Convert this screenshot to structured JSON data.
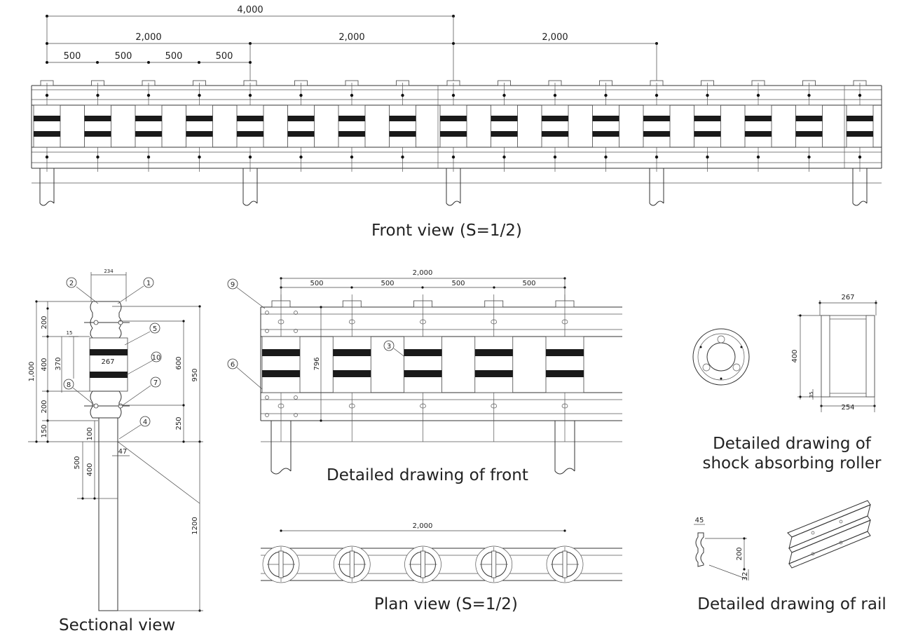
{
  "titles": {
    "front": "Front view",
    "front_scale": "(S=1/2)",
    "detail_front": "Detailed drawing of front",
    "plan": "Plan view",
    "plan_scale": "(S=1/2)",
    "sectional": "Sectional view",
    "roller_line1": "Detailed drawing of",
    "roller_line2": "shock absorbing roller",
    "rail": "Detailed drawing of rail"
  },
  "front_dims": {
    "total": "4,000",
    "half1": "2,000",
    "half2": "2,000",
    "half3": "2,000",
    "q1": "500",
    "q2": "500",
    "q3": "500",
    "q4": "500"
  },
  "detail_dims": {
    "total": "2,000",
    "q1": "500",
    "q2": "500",
    "q3": "500",
    "q4": "500",
    "height": "796"
  },
  "plan_dims": {
    "total": "2,000"
  },
  "section_dims": {
    "top_width": "234",
    "roller_width": "267",
    "left_200a": "200",
    "left_400": "400",
    "left_200b": "200",
    "left_150": "150",
    "overall_1000": "1,000",
    "d_370": "370",
    "d_15": "15",
    "d_100": "100",
    "d_500": "500",
    "d_400b": "400",
    "d_47": "47",
    "right_600": "600",
    "right_950": "950",
    "right_250": "250",
    "right_1200": "1200"
  },
  "callouts": {
    "c1": "1",
    "c2": "2",
    "c3": "3",
    "c4": "4",
    "c5": "5",
    "c6": "6",
    "c7": "7",
    "c8": "8",
    "c9": "9",
    "c10": "10"
  },
  "roller_dims": {
    "top": "267",
    "height": "400",
    "bottom": "254",
    "d_35": "35"
  },
  "rail_dims": {
    "d_45": "45",
    "d_200": "200",
    "d_32": "32"
  }
}
